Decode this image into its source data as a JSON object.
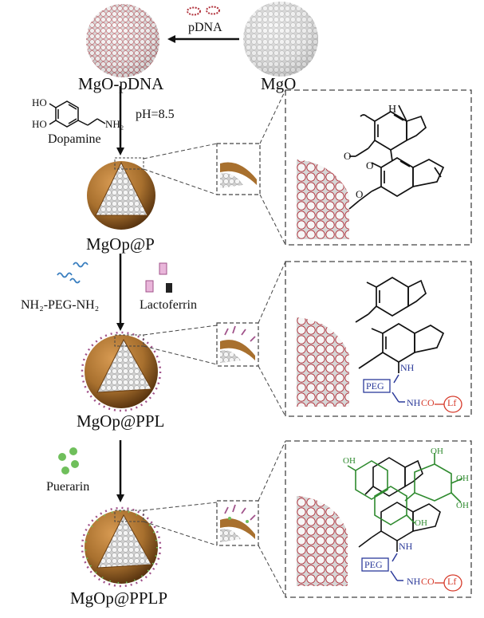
{
  "labels": {
    "mgo": "MgO",
    "mgo_pdna": "MgO-pDNA",
    "pdna": "pDNA",
    "ph": "pH=8.5",
    "dopamine": "Dopamine",
    "mgop_p": "MgOp@P",
    "nh2_peg": "NH₂-PEG-NH₂",
    "lactoferrin": "Lactoferrin",
    "mgop_ppl": "MgOp@PPL",
    "puerarin": "Puerarin",
    "mgop_pplp": "MgOp@PPLP"
  },
  "chem": {
    "ho": "HO",
    "nh2": "NH₂",
    "nh": "NH",
    "peg": "PEG",
    "nhco_nh": "NH",
    "nhco_co": "CO",
    "lf": "Lf",
    "oh": "OH"
  },
  "colors": {
    "shell": "#a8702e",
    "particle": "#f2eef0",
    "ring": "#b0303a",
    "peg": "#2b3a9a",
    "lf": "#d63a2a",
    "puerarin": "#2e8a2e"
  }
}
